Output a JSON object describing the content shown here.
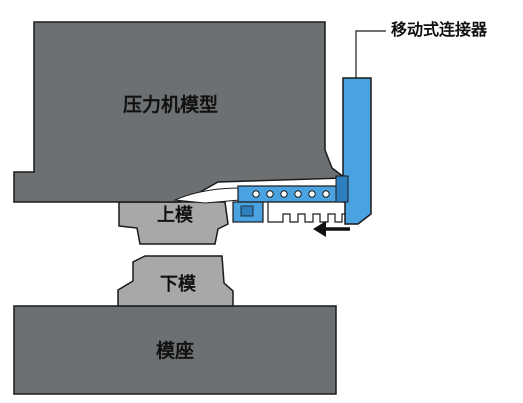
{
  "title": "",
  "labels": {
    "press_die": "压力机模型",
    "upper_die": "上模",
    "lower_die": "下模",
    "die_base": "模座",
    "connector": "移动式连接器"
  },
  "colors": {
    "die_gray": "#6d7072",
    "die_gray_light": "#a6a8aa",
    "connector_blue": "#4aa3e0",
    "outline": "#1a1a1a",
    "arrow": "#111111"
  },
  "annotations": {
    "movement_arrow": "left-arrow"
  }
}
